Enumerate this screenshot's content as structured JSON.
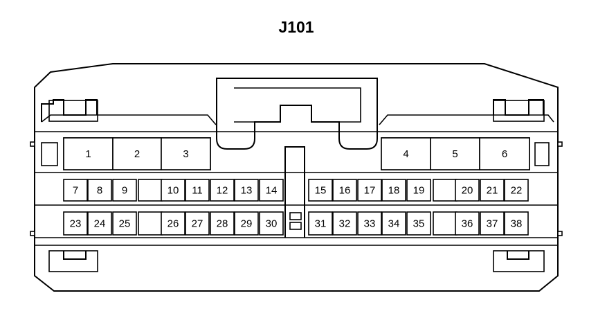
{
  "connector": {
    "label": "J101",
    "row_top": [
      {
        "pin": "1"
      },
      {
        "pin": "2"
      },
      {
        "pin": "3"
      },
      {
        "pin": "4"
      },
      {
        "pin": "5"
      },
      {
        "pin": "6"
      }
    ],
    "row_mid": [
      {
        "pin": "7"
      },
      {
        "pin": "8"
      },
      {
        "pin": "9"
      },
      {
        "pin": ""
      },
      {
        "pin": "10"
      },
      {
        "pin": "11"
      },
      {
        "pin": "12"
      },
      {
        "pin": "13"
      },
      {
        "pin": "14"
      },
      {
        "pin": "15"
      },
      {
        "pin": "16"
      },
      {
        "pin": "17"
      },
      {
        "pin": "18"
      },
      {
        "pin": "19"
      },
      {
        "pin": ""
      },
      {
        "pin": "20"
      },
      {
        "pin": "21"
      },
      {
        "pin": "22"
      }
    ],
    "row_bot": [
      {
        "pin": "23"
      },
      {
        "pin": "24"
      },
      {
        "pin": "25"
      },
      {
        "pin": ""
      },
      {
        "pin": "26"
      },
      {
        "pin": "27"
      },
      {
        "pin": "28"
      },
      {
        "pin": "29"
      },
      {
        "pin": "30"
      },
      {
        "pin": "31"
      },
      {
        "pin": "32"
      },
      {
        "pin": "33"
      },
      {
        "pin": "34"
      },
      {
        "pin": "35"
      },
      {
        "pin": ""
      },
      {
        "pin": "36"
      },
      {
        "pin": "37"
      },
      {
        "pin": "38"
      }
    ]
  }
}
